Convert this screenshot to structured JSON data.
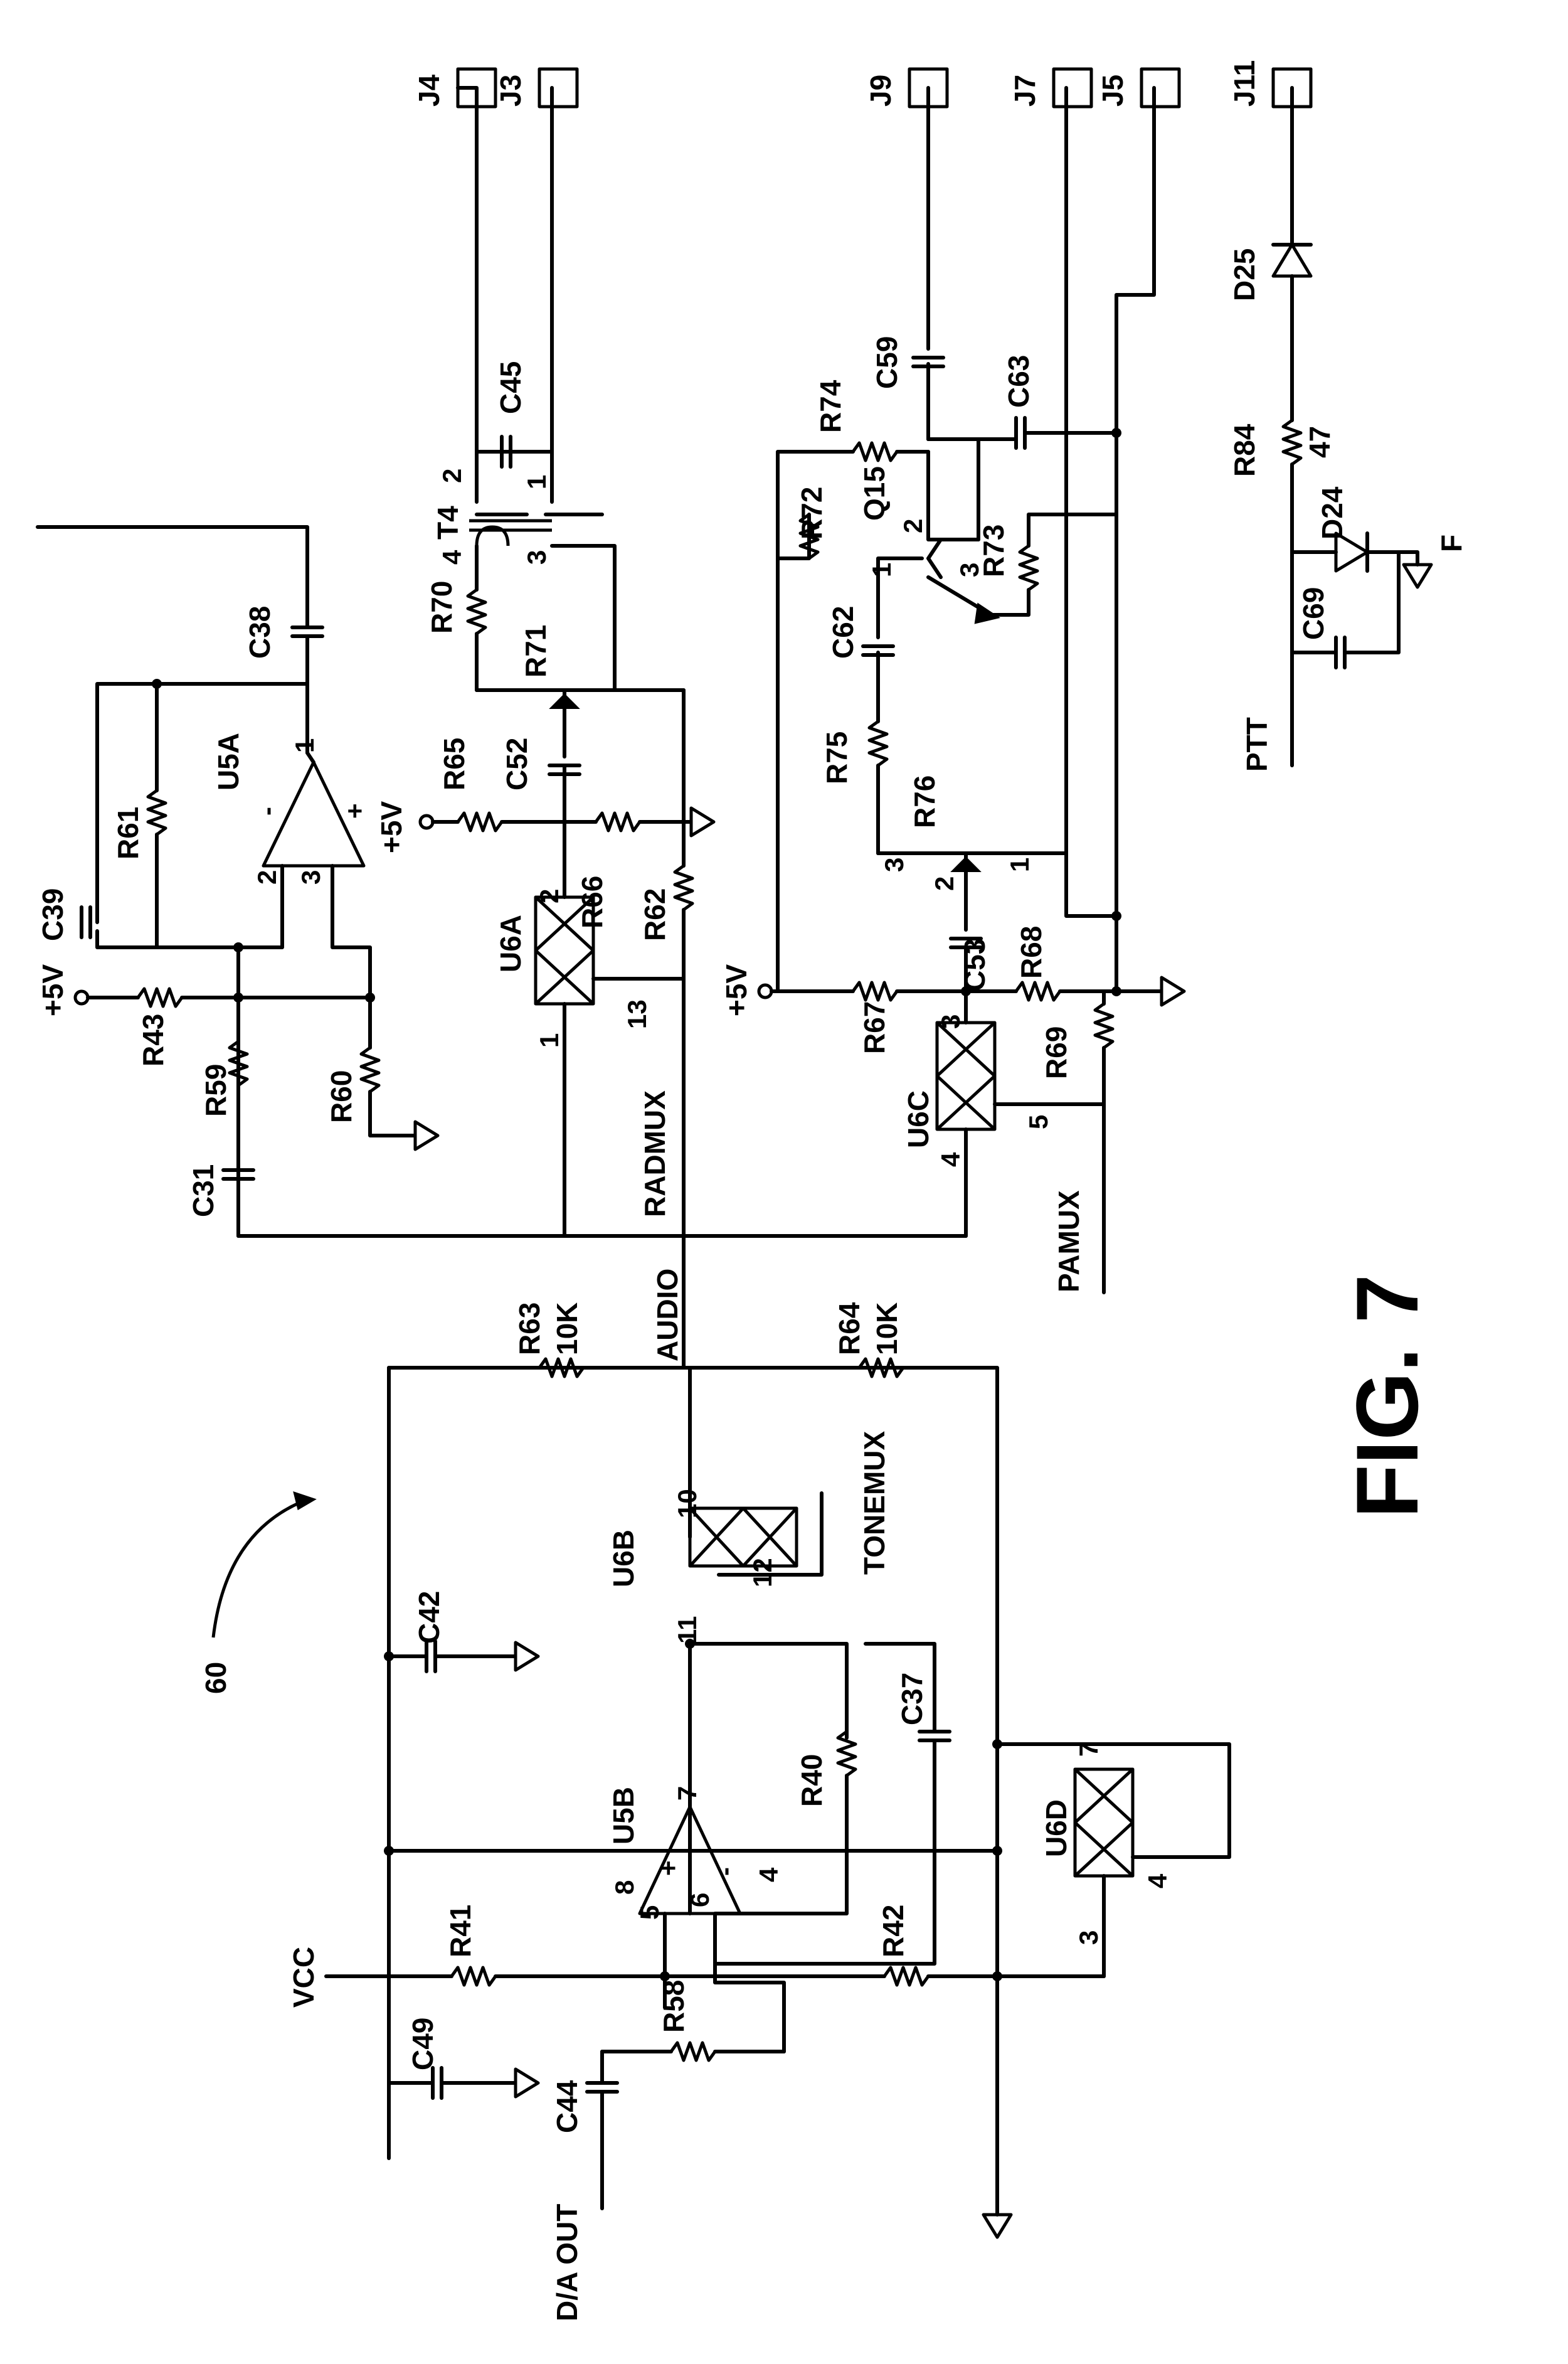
{
  "figure": {
    "title": "FIG. 7",
    "ref": "60"
  },
  "connectors": [
    "J4",
    "J3",
    "J9",
    "J7",
    "J5",
    "J11"
  ],
  "components": {
    "resistors": [
      "R43",
      "R59",
      "R60",
      "R61",
      "R65",
      "R66",
      "R62",
      "R70",
      "R71",
      "R72",
      "R74",
      "R73",
      "R75",
      "R76",
      "R67",
      "R68",
      "R69",
      "R84",
      "R63",
      "R64",
      "R41",
      "R42",
      "R58",
      "R40"
    ],
    "resistor_values": {
      "R63": "10K",
      "R64": "10K",
      "R84": "47"
    },
    "capacitors": [
      "C31",
      "C39",
      "C38",
      "C52",
      "C45",
      "C59",
      "C63",
      "C62",
      "C53",
      "C69",
      "C42",
      "C37",
      "C49",
      "C44"
    ],
    "opamps": [
      "U5A",
      "U5B"
    ],
    "switches": [
      "U6A",
      "U6B",
      "U6C",
      "U6D"
    ],
    "transistor": "Q15",
    "transformer": "T4",
    "diodes": [
      "D25",
      "D24"
    ]
  },
  "nets": {
    "plus5v": "+5V",
    "audio": "AUDIO",
    "radmux": "RADMUX",
    "pamux": "PAMUX",
    "tonemux": "TONEMUX",
    "vcc": "VCC",
    "da_out": "D/A OUT",
    "ptt": "PTT",
    "f": "F"
  },
  "pins": {
    "u5a_in_inv": "2",
    "u5a_in_non": "3",
    "u5a_out": "1",
    "u6a_a": "1",
    "u6a_b": "2",
    "u6a_ctl": "13",
    "u6c_a": "4",
    "u6c_b": "3",
    "u6c_ctl": "5",
    "u6b_a": "11",
    "u6b_b": "10",
    "u6b_ctl": "12",
    "u6d_a": "3",
    "u6d_b": "4",
    "u6d_ctl": "7",
    "u5b_in_non": "5",
    "u5b_in_inv": "6",
    "u5b_out": "7",
    "u5b_vp": "8",
    "u5b_vn": "4",
    "t4_p1": "4",
    "t4_p2": "3",
    "t4_s1": "2",
    "t4_s2": "1",
    "q15_b": "1",
    "q15_c": "2",
    "q15_e": "3",
    "r76_a": "3",
    "r76_w": "2",
    "r76_b": "1",
    "plus": "+",
    "minus": "-"
  }
}
